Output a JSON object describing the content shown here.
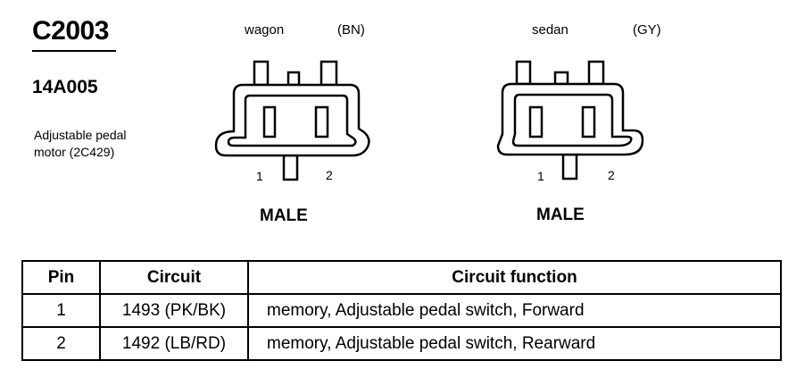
{
  "header": {
    "connector_id": "C2003",
    "part_number": "14A005",
    "component_line1": "Adjustable pedal",
    "component_line2": "motor (2C429)"
  },
  "connectors": [
    {
      "variant": "wagon",
      "color_code": "(BN)",
      "pin_left": "1",
      "pin_right": "2",
      "gender": "MALE"
    },
    {
      "variant": "sedan",
      "color_code": "(GY)",
      "pin_left": "1",
      "pin_right": "2",
      "gender": "MALE"
    }
  ],
  "table": {
    "headers": {
      "pin": "Pin",
      "circuit": "Circuit",
      "function": "Circuit function"
    },
    "rows": [
      {
        "pin": "1",
        "circuit": "1493 (PK/BK)",
        "function": "memory, Adjustable pedal switch, Forward"
      },
      {
        "pin": "2",
        "circuit": "1492 (LB/RD)",
        "function": "memory, Adjustable pedal switch, Rearward"
      }
    ]
  }
}
